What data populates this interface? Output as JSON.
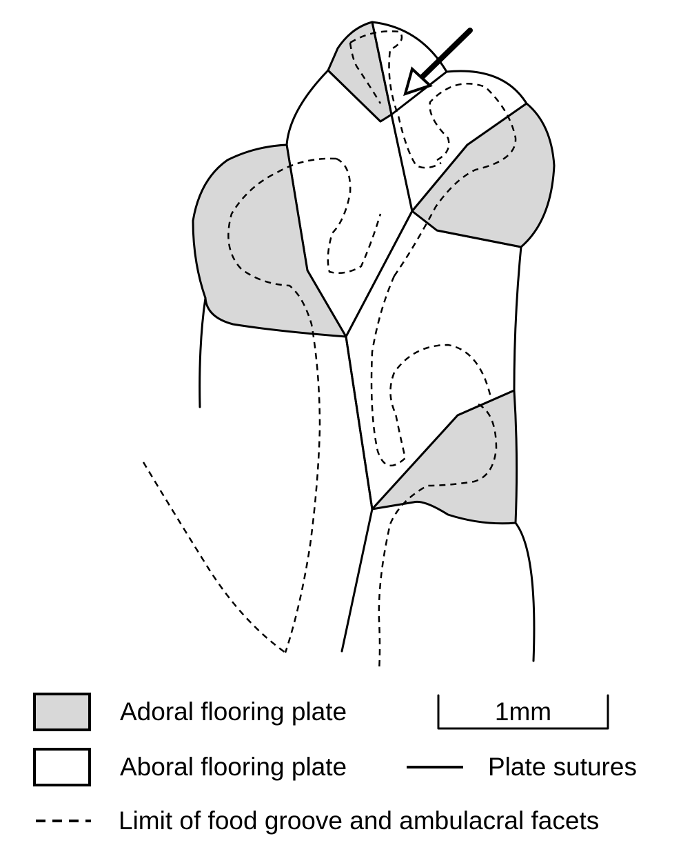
{
  "legend": {
    "adoral_label": "Adoral flooring plate",
    "aboral_label": "Aboral flooring plate",
    "suture_label": "Plate sutures",
    "groove_label": "Limit of food groove and ambulacral facets",
    "adoral_color": "#d8d8d8",
    "aboral_color": "#ffffff"
  },
  "scale_bar": {
    "label": "1mm"
  },
  "icons": {
    "arrow": "arrow-pointer-icon"
  }
}
